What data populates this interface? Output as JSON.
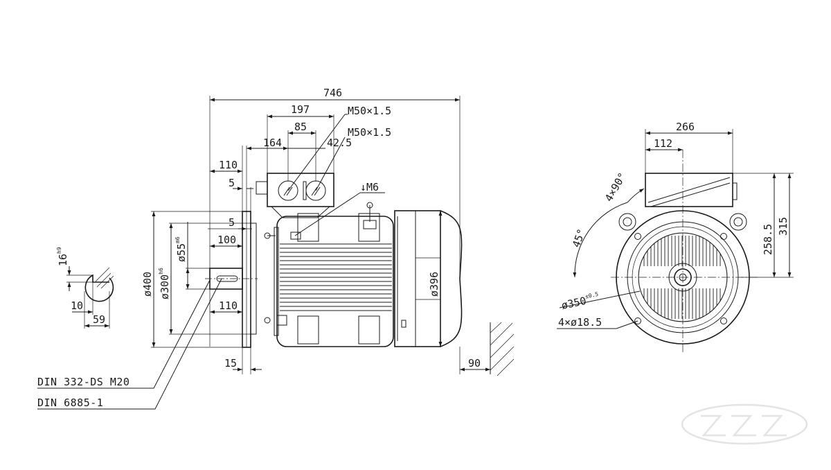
{
  "dims": {
    "overall_length": "746",
    "tb_width": "197",
    "tb_gland_spacing": "85",
    "tb_offset": "164",
    "tb_gland_offset": "42.5",
    "gland1": "M50×1.5",
    "gland2": "M50×1.5",
    "flange_to_end": "110",
    "flange_thk_top": "5",
    "spigot_top": "5",
    "shaft_len_inner": "100",
    "shaft_len": "110",
    "flange_depth": "15",
    "fan_clearance": "90",
    "earth": "↓M6",
    "d_flange_sym": "ø400",
    "d_spigot_sym": "ø300",
    "d_spigot_tol": "h6",
    "d_shaft_sym": "ø55",
    "d_shaft_tol": "m6",
    "d_fancowl": "ø396",
    "key_w": "16",
    "key_w_tol": "h9",
    "key_depth": "10",
    "key_h": "59",
    "tb_width_end": "266",
    "tb_offset_end": "112",
    "angle_tb": "4×90°",
    "angle_45": "45°",
    "height_258": "258.5",
    "height_315": "315",
    "pcd_sym": "ø350",
    "pcd_tol": "±0.5",
    "holes": "4×ø18.5"
  },
  "notes": {
    "center_hole": "DIN 332-DS M20",
    "key_std": "DIN 6885-1"
  },
  "watermark_icon": "z-z-logo-icon"
}
